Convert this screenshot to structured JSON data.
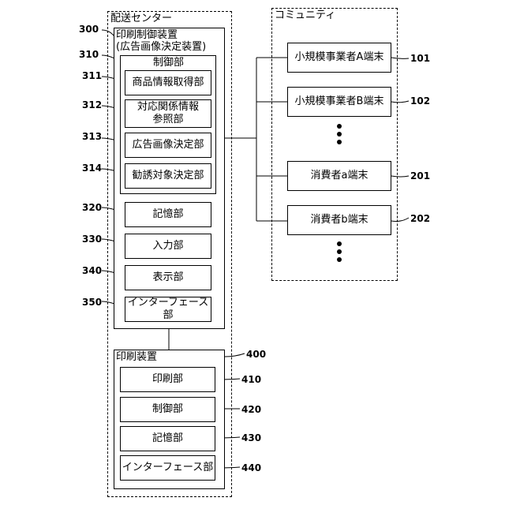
{
  "distribution_center": {
    "title": "配送センター",
    "print_control": {
      "ref": "300",
      "title_line1": "印刷制御装置",
      "title_line2": "(広告画像決定装置)",
      "control_unit": {
        "ref": "310",
        "title": "制御部",
        "items": [
          {
            "ref": "311",
            "label": "商品情報取得部"
          },
          {
            "ref": "312",
            "label_line1": "対応関係情報",
            "label_line2": "参照部"
          },
          {
            "ref": "313",
            "label": "広告画像決定部"
          },
          {
            "ref": "314",
            "label": "勧誘対象決定部"
          }
        ]
      },
      "units": [
        {
          "ref": "320",
          "label": "記憶部"
        },
        {
          "ref": "330",
          "label": "入力部"
        },
        {
          "ref": "340",
          "label": "表示部"
        },
        {
          "ref": "350",
          "label": "インターフェース部"
        }
      ]
    },
    "printer": {
      "ref": "400",
      "title": "印刷装置",
      "units": [
        {
          "ref": "410",
          "label": "印刷部"
        },
        {
          "ref": "420",
          "label": "制御部"
        },
        {
          "ref": "430",
          "label": "記憶部"
        },
        {
          "ref": "440",
          "label": "インターフェース部"
        }
      ]
    }
  },
  "community": {
    "title": "コミュニティ",
    "terminals": [
      {
        "ref": "101",
        "label": "小規模事業者A端末"
      },
      {
        "ref": "102",
        "label": "小規模事業者B端末"
      },
      {
        "ref": "201",
        "label": "消費者a端末"
      },
      {
        "ref": "202",
        "label": "消費者b端末"
      }
    ]
  }
}
